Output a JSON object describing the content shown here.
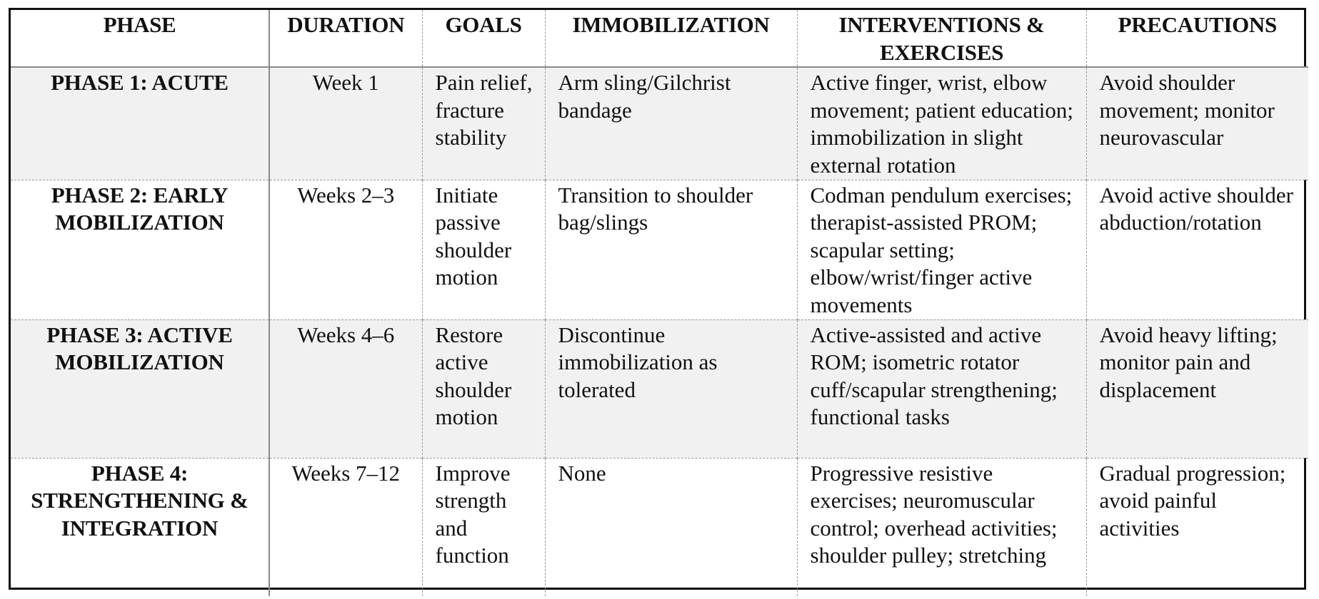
{
  "table": {
    "headers": [
      "PHASE",
      "DURATION",
      "GOALS",
      "IMMOBILIZATION",
      "INTERVENTIONS & EXERCISES",
      "PRECAUTIONS"
    ],
    "rows": [
      {
        "phase": "PHASE 1: ACUTE",
        "duration": "Week 1",
        "goals": "Pain relief, fracture stability",
        "immobilization": "Arm sling/Gilchrist bandage",
        "interventions": "Active finger, wrist, elbow movement; patient education; immobilization in slight external rotation",
        "precautions": "Avoid shoulder movement; monitor neurovascular",
        "shaded": true
      },
      {
        "phase": "PHASE 2: EARLY MOBILIZATION",
        "duration": "Weeks 2–3",
        "goals": "Initiate passive shoulder motion",
        "immobilization": "Transition to shoulder bag/slings",
        "interventions": "Codman pendulum exercises; therapist-assisted PROM; scapular setting; elbow/wrist/finger active movements",
        "precautions": "Avoid active shoulder abduction/rotation",
        "shaded": false
      },
      {
        "phase": "PHASE 3: ACTIVE MOBILIZATION",
        "duration": "Weeks 4–6",
        "goals": "Restore active shoulder motion",
        "immobilization": "Discontinue immobilization as tolerated",
        "interventions": "Active-assisted and active ROM; isometric rotator cuff/scapular strengthening; functional tasks",
        "precautions": "Avoid heavy lifting; monitor pain and displacement",
        "shaded": true
      },
      {
        "phase": "PHASE 4: STRENGTHENING & INTEGRATION",
        "duration": "Weeks 7–12",
        "goals": "Improve strength and function",
        "immobilization": "None",
        "interventions": "Progressive resistive exercises; neuromuscular control; overhead activities; shoulder pulley; stretching",
        "precautions": "Gradual progression; avoid painful activities",
        "shaded": false
      }
    ]
  },
  "colors": {
    "shaded_row_bg": "#f1f1f1",
    "outer_border": "#111111",
    "inner_border": "#9a9a9a"
  }
}
